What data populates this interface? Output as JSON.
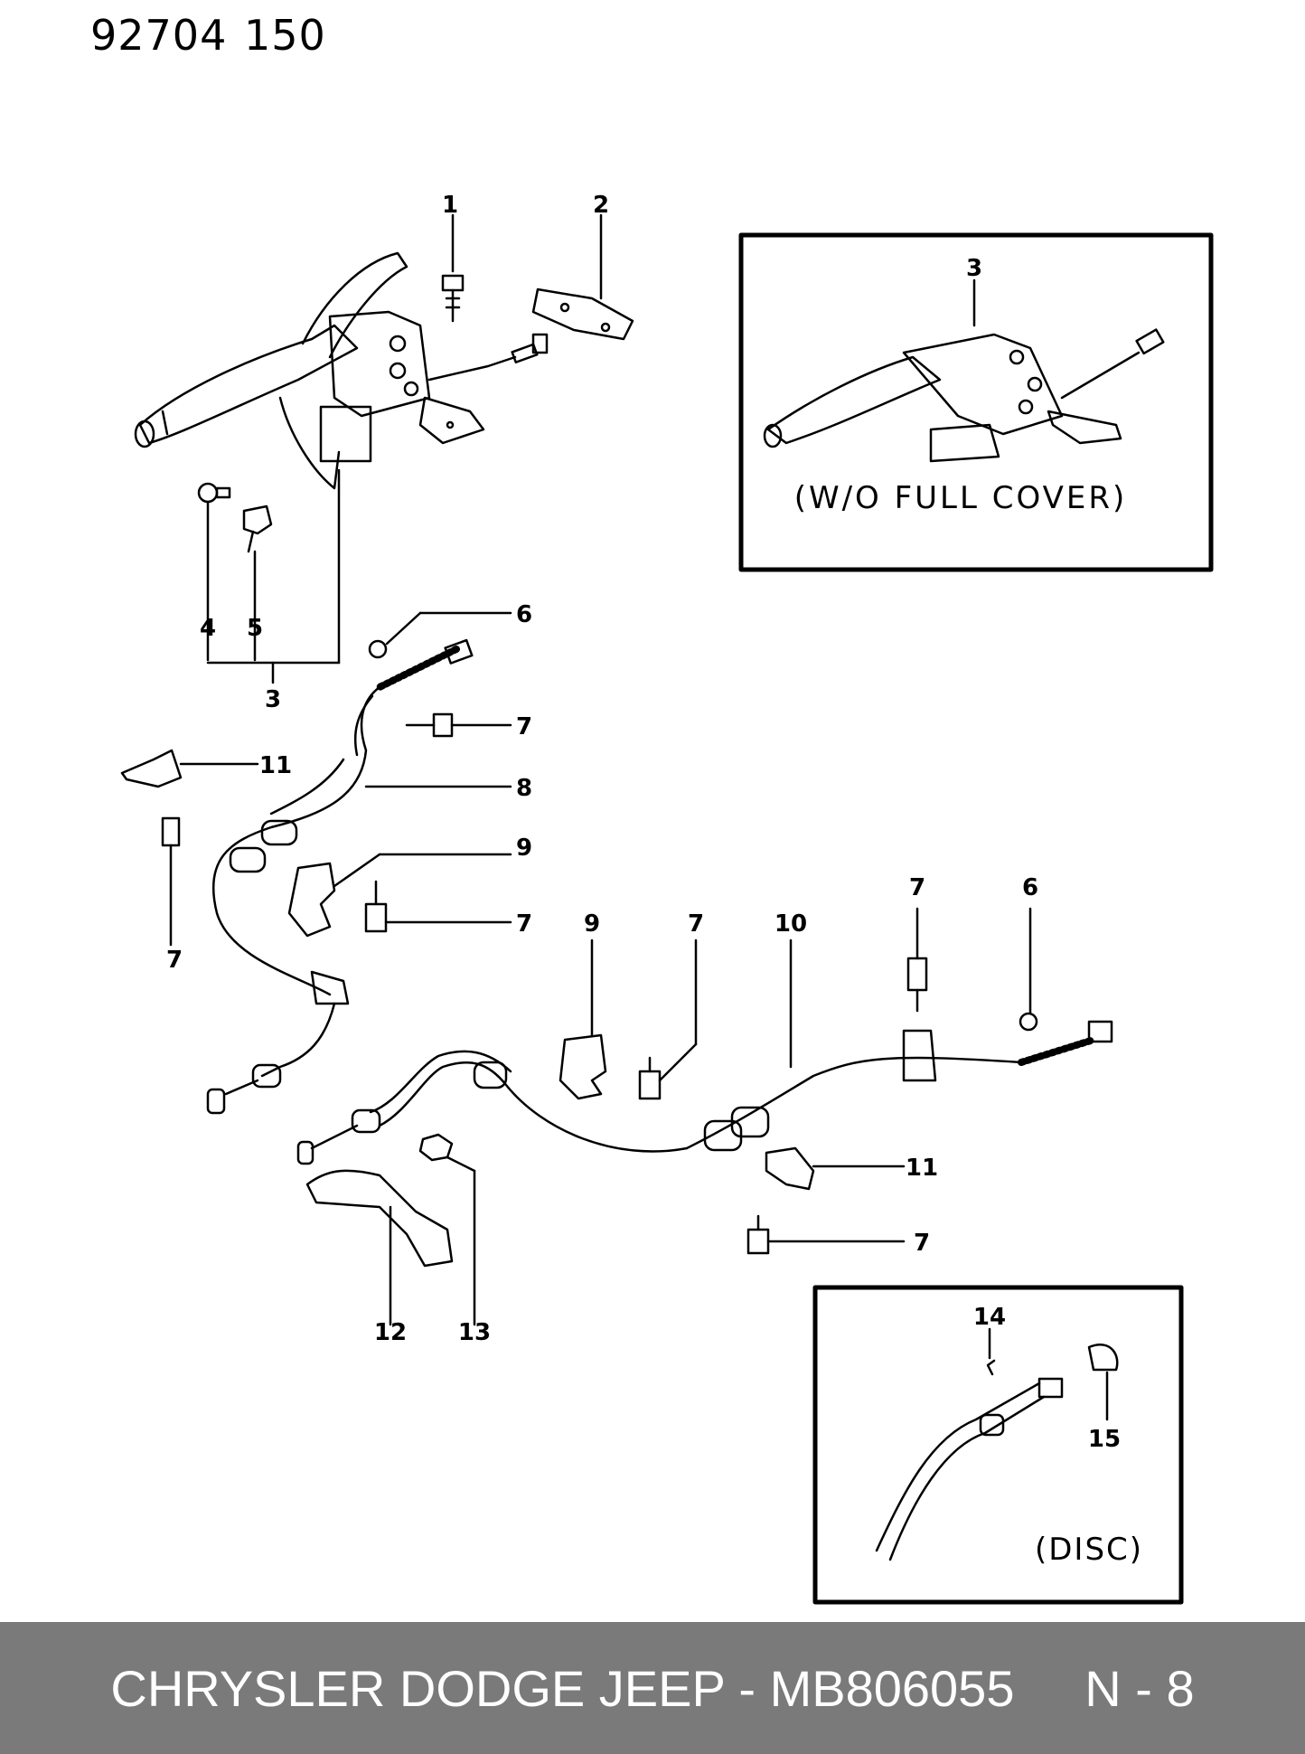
{
  "header": {
    "code": "92704",
    "page": "150"
  },
  "callouts": {
    "c1": "1",
    "c2": "2",
    "c3": "3",
    "c4": "4",
    "c5": "5",
    "c3b": "3",
    "c6a": "6",
    "c7a": "7",
    "c11a": "11",
    "c8": "8",
    "c9a": "9",
    "c7b": "7",
    "c7c": "7",
    "c9b": "9",
    "c7d": "7",
    "c10": "10",
    "c7e": "7",
    "c6b": "6",
    "c11b": "11",
    "c7f": "7",
    "c12": "12",
    "c13": "13"
  },
  "inset_top": {
    "callout": "3",
    "caption": "(W/O FULL COVER)"
  },
  "inset_bottom": {
    "callout_a": "14",
    "callout_b": "15",
    "caption": "(DISC)"
  },
  "footer": {
    "text": "CHRYSLER DODGE JEEP - MB806055     N - 8"
  },
  "colors": {
    "ink": "#000000",
    "footer_bg": "#7a7a7a",
    "footer_text": "#ffffff"
  }
}
